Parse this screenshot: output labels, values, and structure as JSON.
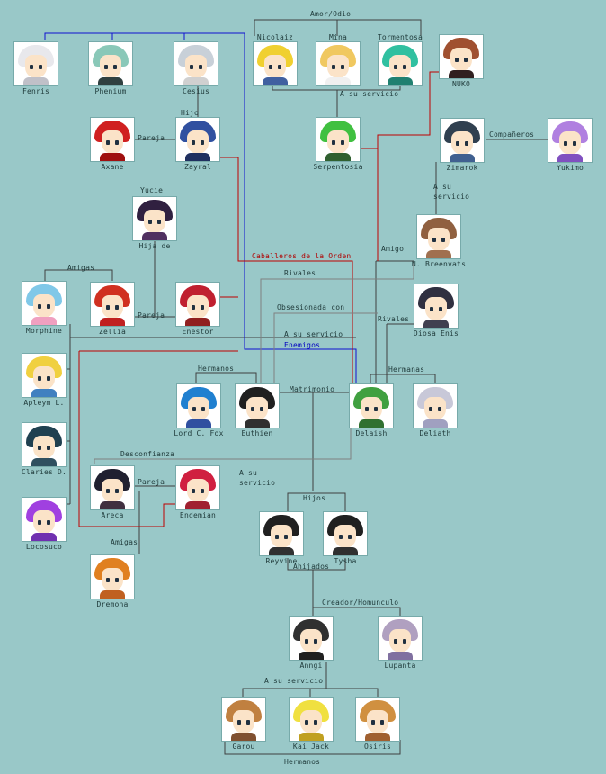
{
  "characters": [
    {
      "id": "fenris",
      "label": "Fenris",
      "hair": "#e8e8ec",
      "body": "#c0c0c8"
    },
    {
      "id": "phenium",
      "label": "Phenium",
      "hair": "#8ac8b8",
      "body": "#304040"
    },
    {
      "id": "cesius",
      "label": "Cesius",
      "hair": "#c8d0d8",
      "body": "#d0d0d0"
    },
    {
      "id": "nicolaiz",
      "label": "Nicolaiz",
      "hair": "#f0d030",
      "body": "#4060a0"
    },
    {
      "id": "mina",
      "label": "Mina",
      "hair": "#f0c860",
      "body": "#f0f0f0"
    },
    {
      "id": "tormentosa",
      "label": "Tormentosa",
      "hair": "#30c0a0",
      "body": "#208070"
    },
    {
      "id": "nuko",
      "label": "NUKO",
      "hair": "#a05030",
      "body": "#302020"
    },
    {
      "id": "axane",
      "label": "Axane",
      "hair": "#d02020",
      "body": "#a01010"
    },
    {
      "id": "zayral",
      "label": "Zayral",
      "hair": "#3050a0",
      "body": "#203060"
    },
    {
      "id": "serpentosia",
      "label": "Serpentosia",
      "hair": "#40c040",
      "body": "#306030"
    },
    {
      "id": "zimarok",
      "label": "Zimarok",
      "hair": "#304050",
      "body": "#406090"
    },
    {
      "id": "yukimo",
      "label": "Yukimo",
      "hair": "#b080e0",
      "body": "#8050c0"
    },
    {
      "id": "yucie",
      "label": "Yucie",
      "hair": "#302040",
      "body": "#503060"
    },
    {
      "id": "nbreenvats",
      "label": "N. Breenvats",
      "hair": "#906040",
      "body": "#a07050"
    },
    {
      "id": "morphine",
      "label": "Morphine",
      "hair": "#80c8e8",
      "body": "#f0a0c0"
    },
    {
      "id": "zellia",
      "label": "Zellia",
      "hair": "#d03020",
      "body": "#c02020"
    },
    {
      "id": "enestor",
      "label": "Enestor",
      "hair": "#c02030",
      "body": "#902020"
    },
    {
      "id": "diosaenis",
      "label": "Diosa Enis",
      "hair": "#303040",
      "body": "#404050"
    },
    {
      "id": "apleym",
      "label": "Apleym L.",
      "hair": "#f0d040",
      "body": "#4080c0"
    },
    {
      "id": "lordcfox",
      "label": "Lord C. Fox",
      "hair": "#2080d0",
      "body": "#3050a0"
    },
    {
      "id": "euthien",
      "label": "Euthien",
      "hair": "#202020",
      "body": "#303030"
    },
    {
      "id": "delaish",
      "label": "Delaish",
      "hair": "#40a040",
      "body": "#307030"
    },
    {
      "id": "deliath",
      "label": "Deliath",
      "hair": "#c8c8d8",
      "body": "#a0a0c0"
    },
    {
      "id": "claries",
      "label": "Claries D.",
      "hair": "#204050",
      "body": "#305060"
    },
    {
      "id": "areca",
      "label": "Areca",
      "hair": "#202030",
      "body": "#403040"
    },
    {
      "id": "endemian",
      "label": "Endemian",
      "hair": "#d02040",
      "body": "#a02030"
    },
    {
      "id": "locosuco",
      "label": "Locosuco",
      "hair": "#a040e0",
      "body": "#7030b0"
    },
    {
      "id": "reyvine",
      "label": "Reyvine",
      "hair": "#202020",
      "body": "#303030"
    },
    {
      "id": "tysha",
      "label": "Tysha",
      "hair": "#202020",
      "body": "#303030"
    },
    {
      "id": "dremona",
      "label": "Dremona",
      "hair": "#e08020",
      "body": "#c06020"
    },
    {
      "id": "anngi",
      "label": "Anngi",
      "hair": "#303030",
      "body": "#202020"
    },
    {
      "id": "lupanta",
      "label": "Lupanta",
      "hair": "#b0a0c0",
      "body": "#8070a0"
    },
    {
      "id": "garou",
      "label": "Garou",
      "hair": "#c08040",
      "body": "#805030"
    },
    {
      "id": "kaijack",
      "label": "Kai Jack",
      "hair": "#f0e040",
      "body": "#c0a020"
    },
    {
      "id": "osiris",
      "label": "Osiris",
      "hair": "#d09040",
      "body": "#a06030"
    }
  ],
  "relations": {
    "amor_odio": "Amor/Odio",
    "a_su_servicio_top": "A su servicio",
    "hijo": "Hijo",
    "pareja_axane": "Pareja",
    "companeros": "Compañeros",
    "a_su_servicio_zimarok": "A su servicio",
    "yucie": "Yucie",
    "hija_de": "Hija de",
    "caballeros": "Caballeros de la Orden",
    "amigo": "Amigo",
    "amigas_top": "Amigas",
    "rivales_top": "Rivales",
    "pareja_zellia": "Pareja",
    "obsesionada": "Obsesionada con",
    "rivales_diosa": "Rivales",
    "a_su_servicio_enemigos": "A su servicio",
    "enemigos": "Enemigos",
    "hermanos_fox": "Hermanos",
    "matrimonio": "Matrimonio",
    "hermanas": "Hermanas",
    "desconfianza": "Desconfianza",
    "pareja_areca": "Pareja",
    "a_su_servicio_endemian": "A su servicio",
    "hijos": "Hijos",
    "amigas_dremona": "Amigas",
    "ahijados": "Ahijados",
    "creador": "Creador/Homunculo",
    "a_su_servicio_anngi": "A su servicio",
    "hermanos_bottom": "Hermanos"
  },
  "colors": {
    "background": "#99c8c8",
    "line": "#404040",
    "red_line": "#c00000",
    "blue_line": "#0000c0",
    "gray_line": "#808080"
  }
}
